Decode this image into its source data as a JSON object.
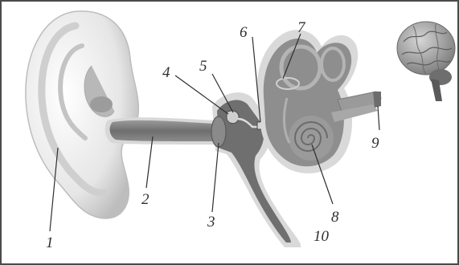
{
  "diagram": {
    "labels": [
      {
        "id": "n1",
        "text": "1"
      },
      {
        "id": "n2",
        "text": "2"
      },
      {
        "id": "n3",
        "text": "3"
      },
      {
        "id": "n4",
        "text": "4"
      },
      {
        "id": "n5",
        "text": "5"
      },
      {
        "id": "n6",
        "text": "6"
      },
      {
        "id": "n7",
        "text": "7"
      },
      {
        "id": "n8",
        "text": "8"
      },
      {
        "id": "n9",
        "text": "9"
      },
      {
        "id": "n10",
        "text": "10"
      }
    ],
    "icons": {
      "brain": "brain-icon"
    },
    "colors": {
      "frame": "#4a4a4a",
      "ear_light": "#ececec",
      "canal": "#7d7d7d",
      "middle_ear": "#6e6e6e",
      "inner_ear": "#8c8c8c",
      "inner_light": "#c9c9c9",
      "halo": "#d9d9d9",
      "label_text": "#2f2f2f"
    }
  }
}
